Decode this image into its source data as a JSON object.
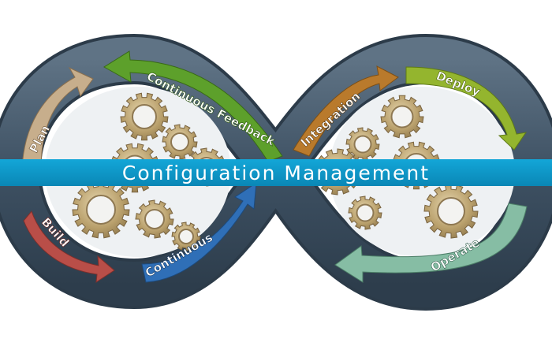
{
  "banner": {
    "title": "Configuration Management",
    "color": "#0a95c6"
  },
  "stages": {
    "plan": "Plan",
    "build": "Build",
    "continuous": "Continuous",
    "continuous_feedback": "Continuous Feedback",
    "integration": "Integration",
    "deploy": "Deploy",
    "operate": "Operate"
  },
  "colors": {
    "loop_dark": "#3b4d5e",
    "loop_mid": "#52677a",
    "plan": "#c9b090",
    "build": "#b7504a",
    "continuous": "#2f6fb5",
    "feedback": "#5e9e2c",
    "integration": "#b97b2e",
    "deploy": "#8fb22c",
    "operate": "#7fb8a0",
    "gear": "#b49a66"
  },
  "icons": [
    "gear-icon",
    "arrow-icon"
  ]
}
